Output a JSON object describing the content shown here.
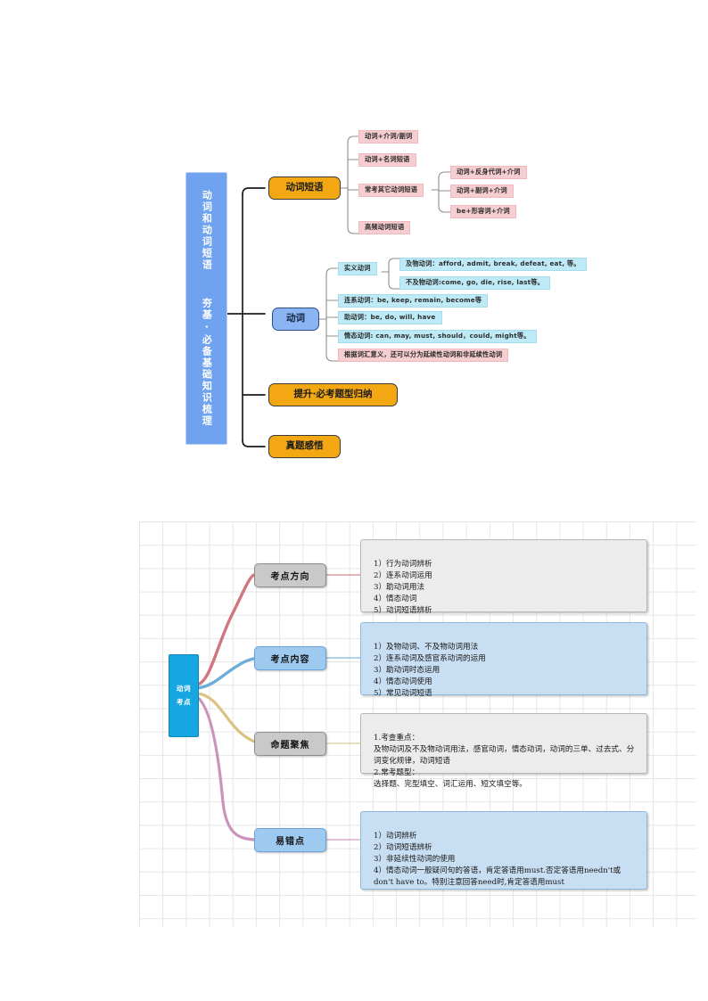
{
  "top_diagram": {
    "root": {
      "label": "动词和动词短语  夯基·必备基础知识梳理",
      "color": "#6fa3ef"
    },
    "branches": [
      {
        "id": "verb-phrase",
        "label": "动词短语",
        "style": "orange"
      },
      {
        "id": "verb",
        "label": "动词",
        "style": "blue"
      },
      {
        "id": "improve",
        "label": "提升·必考题型归纳",
        "style": "orange"
      },
      {
        "id": "real-questions",
        "label": "真题感悟",
        "style": "orange"
      }
    ],
    "verb_phrase_children": [
      {
        "label": "动词+介词/副词",
        "style": "pink"
      },
      {
        "label": "动词+名词短语",
        "style": "pink"
      },
      {
        "label": "常考其它动词短语",
        "style": "pink"
      },
      {
        "label": "高频动词短语",
        "style": "pink"
      }
    ],
    "other_phrase_children": [
      {
        "label": "动词+反身代词+介词",
        "style": "pink"
      },
      {
        "label": "动词+副词+介词",
        "style": "pink"
      },
      {
        "label": "be+形容词+介词",
        "style": "pink"
      }
    ],
    "verb_children": [
      {
        "label": "实义动词",
        "style": "cyan"
      },
      {
        "label": "连系动词：be, keep, remain, become等",
        "style": "cyan"
      },
      {
        "label": "助动词：be, do, will, have",
        "style": "cyan"
      },
      {
        "label": "情态动词: can, may, must, should，could, might等。",
        "style": "cyan"
      },
      {
        "label": "根据词汇意义，还可以分为延续性动词和非延续性动词",
        "style": "pink"
      }
    ],
    "notional_verb_children": [
      {
        "label": "及物动词：afford, admit, break, defeat, eat, 等。",
        "style": "cyan"
      },
      {
        "label": "不及物动词:come, go, die, rise, last等。",
        "style": "cyan"
      }
    ]
  },
  "bottom_map": {
    "center": {
      "line1": "动词",
      "line2": "考点",
      "color": "#16a6e2"
    },
    "nodes": [
      {
        "label": "考点方向",
        "style": "gray",
        "curve_color": "#cc6a72"
      },
      {
        "label": "考点内容",
        "style": "blue",
        "curve_color": "#5fa7d4"
      },
      {
        "label": "命题聚焦",
        "style": "gray",
        "curve_color": "#d9bf7a"
      },
      {
        "label": "易错点",
        "style": "blue",
        "curve_color": "#c48ab4"
      }
    ],
    "panels": [
      {
        "style": "gray",
        "text": "1）行为动词辨析\n2）连系动词运用\n3）助动词用法\n4）情态动词\n5）动词短语辨析"
      },
      {
        "style": "blue",
        "text": "1）及物动词、不及物动词用法\n2）连系动词及感官系动词的运用\n3）助动词时态运用\n4）情态动词使用\n5）常见动词短语"
      },
      {
        "style": "gray",
        "text": "1.考查重点：\n及物动词及不及物动词用法，感官动词，情态动词，动词的三单、过去式、分词变化规律，动词短语\n2.常考题型：\n选择题、完型填空、词汇运用、短文填空等。"
      },
      {
        "style": "blue",
        "text": "1）动词辨析\n2）动词短语辨析\n3）非延续性动词的使用\n4）情态动词一般疑问句的答语，肯定答语用must.否定答语用needn't或don't have to。特别注意回答need时,肯定答语用must"
      }
    ]
  }
}
